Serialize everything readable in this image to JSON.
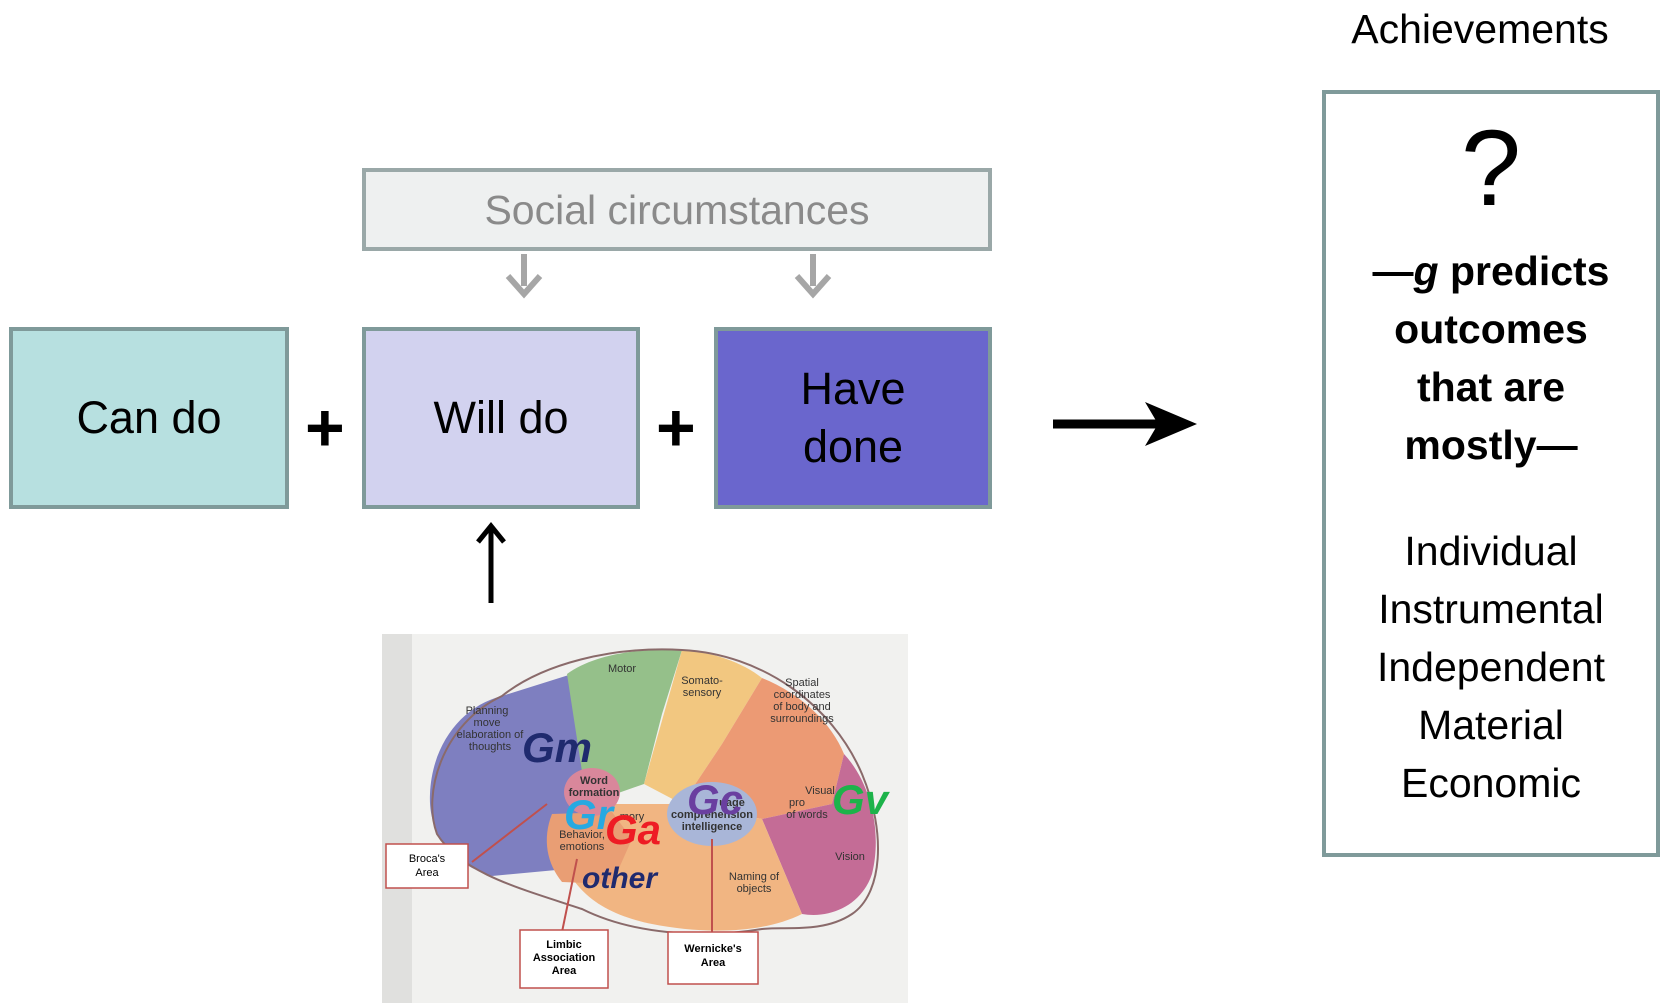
{
  "boxes": {
    "social": "Social circumstances",
    "can_do": "Can do",
    "will_do": "Will do",
    "have_done": "Have done"
  },
  "plus_sign": "+",
  "achievements": {
    "title": "Achievements",
    "question_mark": "?",
    "prefix": "—",
    "g": "g",
    "predicts_line": " predicts",
    "line2": "outcomes",
    "line3": "that are",
    "line4": "mostly—",
    "outcomes": [
      "Individual",
      "Instrumental",
      "Independent",
      "Material",
      "Economic"
    ]
  },
  "brain": {
    "region_labels": {
      "motor": "Motor",
      "somato1": "Somato-",
      "somato2": "sensory",
      "spatial1": "Spatial",
      "spatial2": "coordinates",
      "spatial3": "of body and",
      "spatial4": "surroundings",
      "planning1": "Planning",
      "planning2": "move",
      "planning3": "elaboration of",
      "planning4": "thoughts",
      "word1": "Word",
      "word2": "formation",
      "memory": "mory",
      "behavior1": "Behavior,",
      "behavior2": "emotions",
      "language1": "uage",
      "language2": "comprehension",
      "language3": "intelligence",
      "visual1": "Visual",
      "visual2": "pro",
      "visual3": "of words",
      "vision": "Vision",
      "naming1": "Naming of",
      "naming2": "objects"
    },
    "callouts": {
      "broca1": "Broca's",
      "broca2": "Area",
      "limbic1": "Limbic",
      "limbic2": "Association",
      "limbic3": "Area",
      "wernicke1": "Wernicke's",
      "wernicke2": "Area"
    },
    "overlays": {
      "gm": "Gm",
      "gr": "Gr",
      "ga": "Ga",
      "gc": "Gc",
      "gv": "Gv",
      "other": "other"
    },
    "overlay_colors": {
      "gm": "#1f2a6e",
      "gr": "#27a9e1",
      "ga": "#ee1c24",
      "gc": "#6a3fa0",
      "gv": "#1db34a",
      "other": "#1f2a6e"
    }
  },
  "colors": {
    "can_do_fill": "#b7e0e0",
    "will_do_fill": "#d2d2ef",
    "have_done_fill": "#6a66cd",
    "box_border": "#7f9a9a",
    "social_text": "#8a8a8a"
  }
}
